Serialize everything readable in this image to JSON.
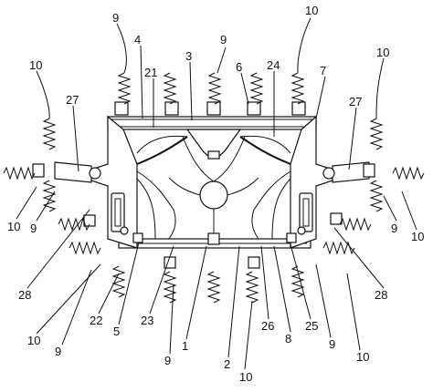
{
  "labels": {
    "l10_top": "10",
    "l9_top_left": "9",
    "l4": "4",
    "l9_top_mid": "9",
    "l3": "3",
    "l21": "21",
    "l6": "6",
    "l24": "24",
    "l7": "7",
    "l10_left": "10",
    "l27_left": "27",
    "l10_right_top": "10",
    "l27_right": "27",
    "l10_far_left": "10",
    "l9_left": "9",
    "l28_left": "28",
    "l9_right": "9",
    "l10_far_right": "10",
    "l28_right": "28",
    "l10_left_bottom": "10",
    "l22": "22",
    "l9_bottom_left": "9",
    "l5": "5",
    "l23": "23",
    "l1": "1",
    "l2": "2",
    "l26": "26",
    "l8": "8",
    "l25": "25",
    "l9_bottom_right": "9",
    "l10_bottom_right": "10",
    "l9_bottom_mid": "9",
    "l10_bottom": "10"
  }
}
